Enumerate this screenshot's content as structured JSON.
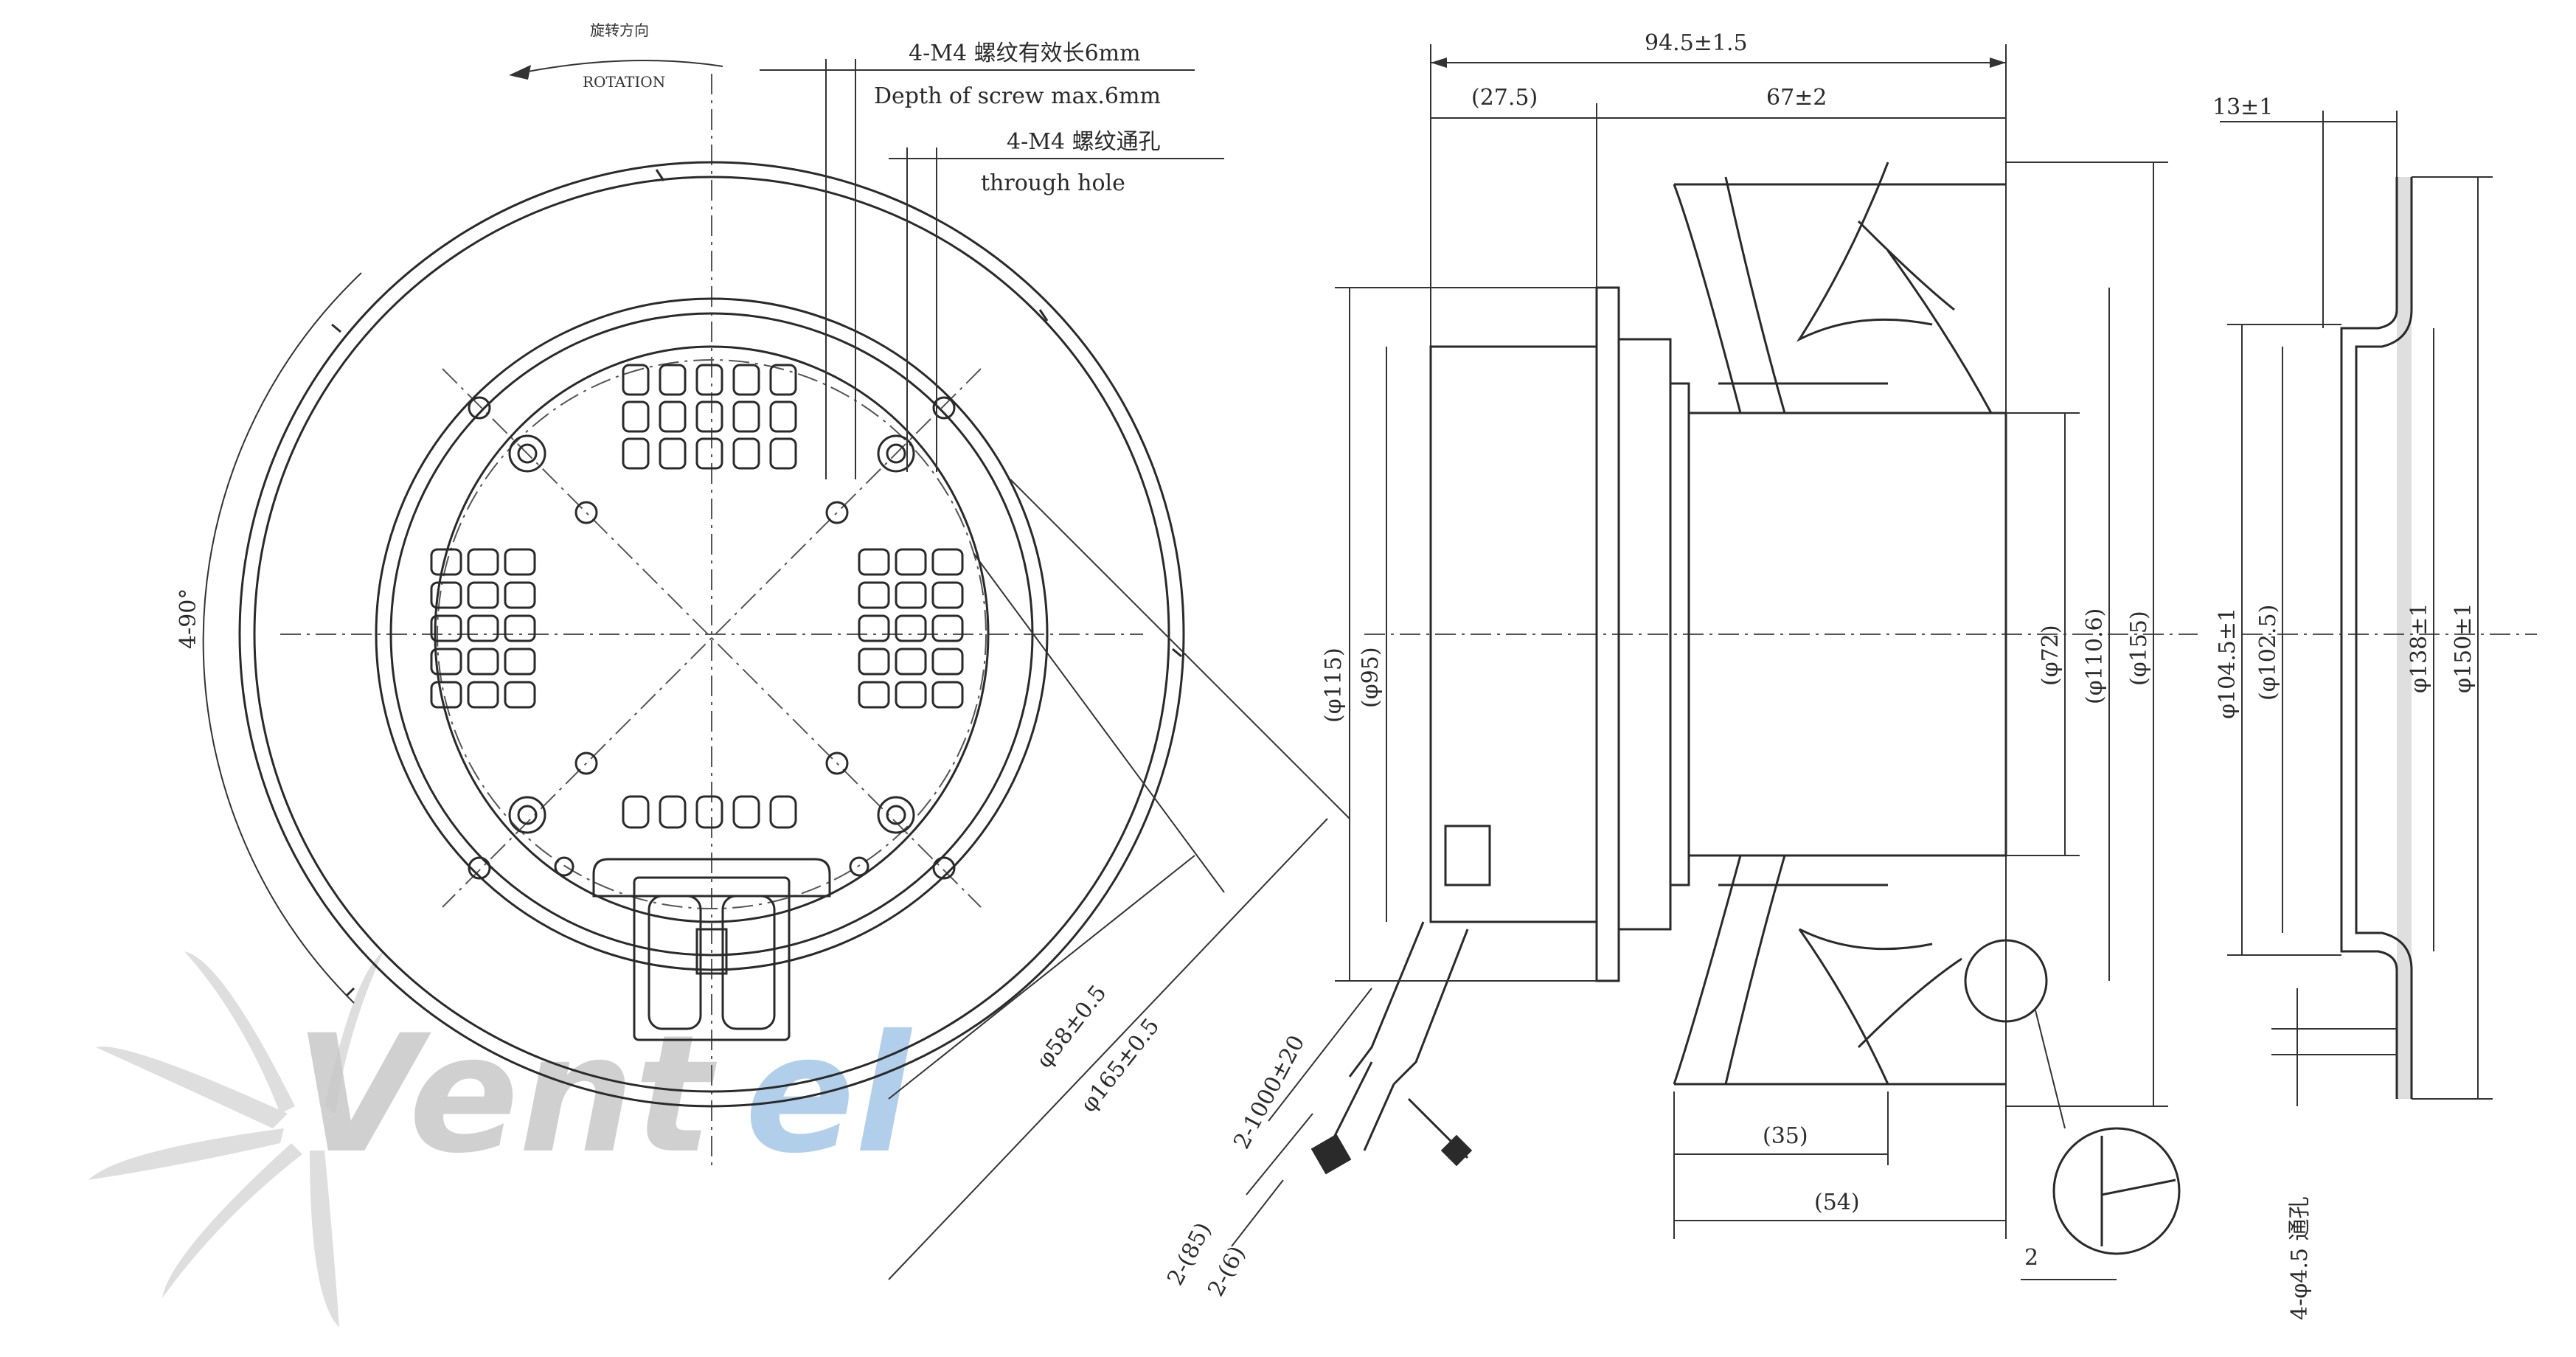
{
  "watermark": {
    "brand_part1": "Vent",
    "brand_part2": "el",
    "color_gray": "#c8c8c8",
    "color_blue": "#9ec3e6"
  },
  "front_view": {
    "rotation_cn": "旋转方向",
    "rotation_en": "ROTATION",
    "screw_cn": "4-M4  螺纹有效长6mm",
    "screw_en": "Depth of screw max.6mm",
    "hole_cn": "4-M4  螺纹通孔",
    "hole_en": "through hole",
    "angle": "4-90°",
    "dia_58": "φ58±0.5",
    "dia_165": "φ165±0.5",
    "cable_len": "2-1000±20",
    "strip_85": "2-(85)",
    "strip_6": "2-(6)"
  },
  "side_view": {
    "overall": "94.5±1.5",
    "left_part": "(27.5)",
    "right_part": "67±2",
    "d115": "(φ115)",
    "d95": "(φ95)",
    "d72": "(φ72)",
    "d1106": "(φ110.6)",
    "d155": "(φ155)",
    "d35": "(35)",
    "d54": "(54)",
    "detail_2": "2"
  },
  "ring_view": {
    "thickness": "13±1",
    "d1045": "φ104.5±1",
    "d1025": "(φ102.5)",
    "d138": "φ138±1",
    "d150": "φ150±1",
    "holes": "4-φ4.5 通孔"
  }
}
